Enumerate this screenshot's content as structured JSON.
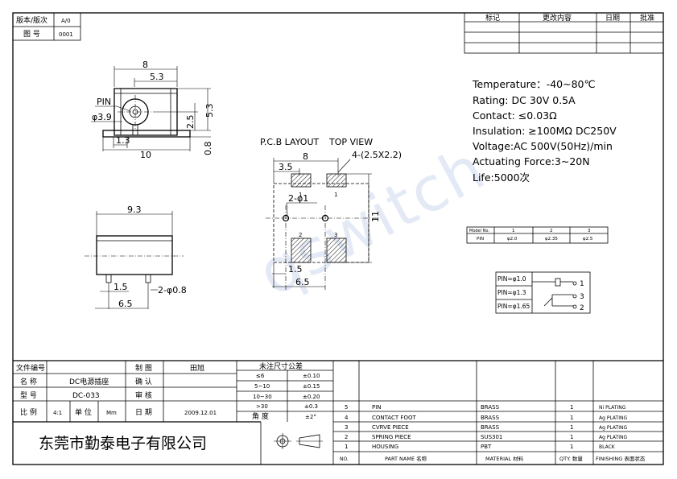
{
  "title_block_top": {
    "version_label": "版本/版次",
    "version_value": "A/0",
    "drawing_no_label": "图 号",
    "drawing_no_value": "0001"
  },
  "revision_table": {
    "headers": [
      "标记",
      "更改内容",
      "日期",
      "批准"
    ]
  },
  "watermark": "qswitch",
  "specs": [
    "Temperature：-40~80℃",
    "Rating: DC 30V 0.5A",
    "Contact: ≤0.03Ω",
    "Insulation: ≥100MΩ DC250V",
    "Voltage:AC 500V(50Hz)/min",
    "Actuating Force:3~20N",
    "Life:5000次"
  ],
  "model_table": {
    "headers": [
      "Model No.",
      "1",
      "2",
      "3"
    ],
    "row_label": "PIN",
    "values": [
      "φ2.0",
      "φ2.35",
      "φ2.5"
    ]
  },
  "pin_legend": [
    {
      "label": "PIN=φ1.0",
      "num": "1"
    },
    {
      "label": "PIN=φ1.3",
      "num": "3"
    },
    {
      "label": "PIN=φ1.65",
      "num": "2"
    }
  ],
  "front_view": {
    "dim_width": "8",
    "dim_offset": "5.3",
    "pin_label": "PIN",
    "hole_dia": "φ3.9",
    "dim_height_right": "5.3",
    "dim_center": "2.5",
    "dim_bottom": "1.3",
    "dim_base": "10",
    "dim_foot": "0.8"
  },
  "side_view": {
    "dim_length": "9.3",
    "dim_pin_gap": "1.5",
    "dim_pin_dia": "2-φ0.8",
    "dim_pin_span": "6.5"
  },
  "pcb_view": {
    "title": "P.C.B LAYOUT",
    "subtitle": "TOP VIEW",
    "dim_width": "8",
    "dim_pad": "4-(2.5X2.2)",
    "dim_offset": "3.5",
    "hole_label": "2-φ1",
    "dim_height": "11",
    "dim_pin_gap": "1.5",
    "dim_pin_span": "6.5",
    "pad_labels": [
      "1",
      "1",
      "2",
      "3"
    ]
  },
  "title_block": {
    "file_no_label": "文件编号",
    "name_label": "名 称",
    "name_value": "DC电源插座",
    "model_label": "型 号",
    "model_value": "DC-033",
    "scale_label": "比 例",
    "scale_value": "4:1",
    "unit_label": "单 位",
    "unit_value": "Mm",
    "draw_label": "制 图",
    "draw_value": "田旭",
    "check_label": "确 认",
    "approve_label": "审 核",
    "date_label": "日 期",
    "date_value": "2009.12.01",
    "company": "东莞市勤泰电子有限公司"
  },
  "tolerance": {
    "title": "未注尺寸公差",
    "rows": [
      {
        "range": "≤6",
        "tol": "±0.10"
      },
      {
        "range": "5~10",
        "tol": "±0.15"
      },
      {
        "range": "10~30",
        "tol": "±0.20"
      },
      {
        "range": ">30",
        "tol": "±0.3"
      },
      {
        "range": "角 度",
        "tol": "±2°"
      }
    ]
  },
  "parts": {
    "header": {
      "no": "NO.",
      "name": "PART NAME 名称",
      "material": "MATERIAL 材料",
      "qty": "QTY. 数量",
      "finish": "FINISHING 表面状态"
    },
    "rows": [
      {
        "no": "5",
        "name": "PIN",
        "material": "BRASS",
        "qty": "1",
        "finish": "Ni PLATING"
      },
      {
        "no": "4",
        "name": "CONTACT FOOT",
        "material": "BRASS",
        "qty": "1",
        "finish": "Ag PLATING"
      },
      {
        "no": "3",
        "name": "CVRVE PIECE",
        "material": "BRASS",
        "qty": "1",
        "finish": "Ag PLATING"
      },
      {
        "no": "2",
        "name": "SPRING PIECE",
        "material": "SUS301",
        "qty": "1",
        "finish": "Ag PLATING"
      },
      {
        "no": "1",
        "name": "HOUSING",
        "material": "PBT",
        "qty": "1",
        "finish": "BLACK"
      }
    ]
  }
}
